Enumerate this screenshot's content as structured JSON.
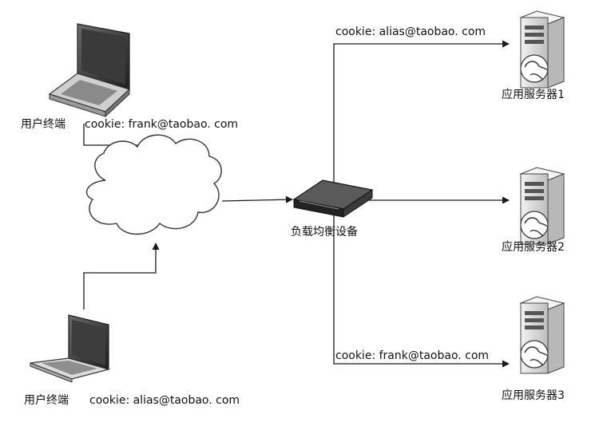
{
  "terminals": [
    {
      "label": "用户终端",
      "cookie": "cookie: frank@taobao. com"
    },
    {
      "label": "用户终端",
      "cookie": "cookie: alias@taobao. com"
    }
  ],
  "load_balancer": {
    "label": "负载均衡设备"
  },
  "servers": [
    {
      "label": "应用服务器1"
    },
    {
      "label": "应用服务器2"
    },
    {
      "label": "应用服务器3"
    }
  ],
  "route_labels": {
    "to_server1": "cookie: alias@taobao. com",
    "to_server3": "cookie: frank@taobao. com"
  },
  "colors": {
    "line": "#1a1a1a",
    "cloud_fill": "#ffffff",
    "device_dark": "#2b2b2b",
    "server_body": "#e6e6e6"
  }
}
